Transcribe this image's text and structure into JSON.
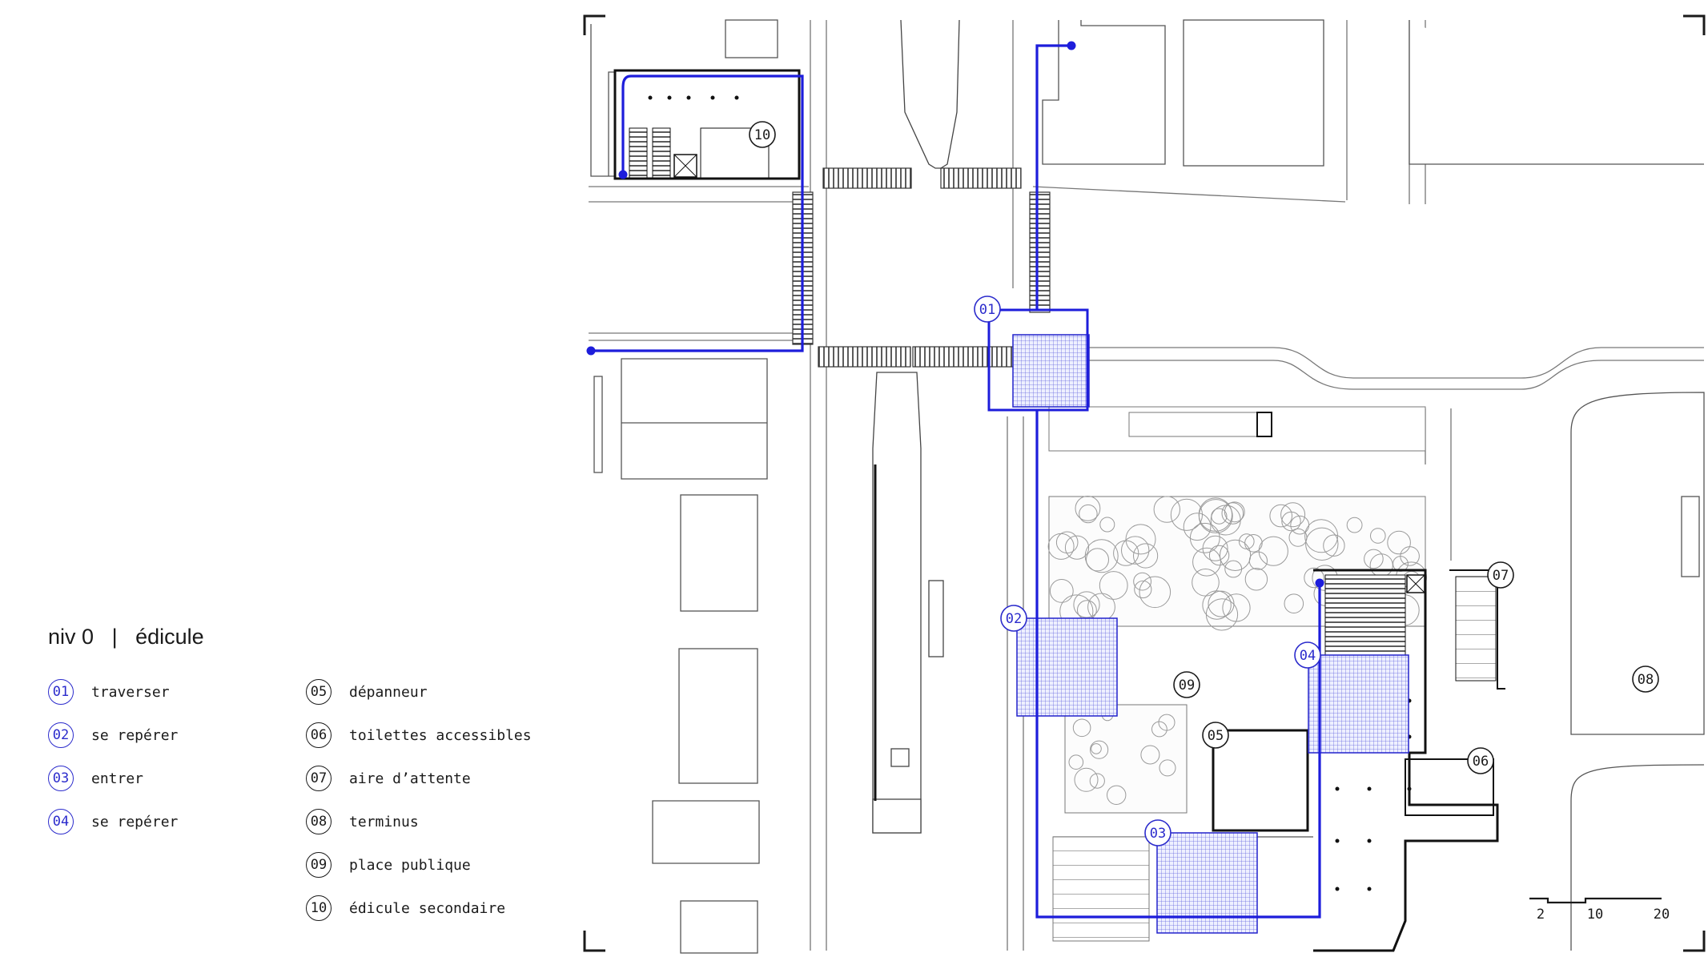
{
  "title": {
    "level": "niv 0",
    "separator": "|",
    "name": "édicule"
  },
  "colors": {
    "route": "#1d1ddb",
    "ink": "#1a1a1a",
    "line": "#555555"
  },
  "legend_blue": [
    {
      "num": "01",
      "label": "traverser"
    },
    {
      "num": "02",
      "label": "se repérer"
    },
    {
      "num": "03",
      "label": "entrer"
    },
    {
      "num": "04",
      "label": "se repérer"
    }
  ],
  "legend_black": [
    {
      "num": "05",
      "label": "dépanneur"
    },
    {
      "num": "06",
      "label": "toilettes accessibles"
    },
    {
      "num": "07",
      "label": "aire d’attente"
    },
    {
      "num": "08",
      "label": "terminus"
    },
    {
      "num": "09",
      "label": "place publique"
    },
    {
      "num": "10",
      "label": "édicule secondaire"
    }
  ],
  "map_markers": {
    "m01": "01",
    "m02": "02",
    "m03": "03",
    "m04": "04",
    "m05": "05",
    "m06": "06",
    "m07": "07",
    "m08": "08",
    "m09": "09",
    "m10": "10"
  },
  "scale_bar": {
    "labels": [
      "2",
      "10",
      "20"
    ]
  }
}
